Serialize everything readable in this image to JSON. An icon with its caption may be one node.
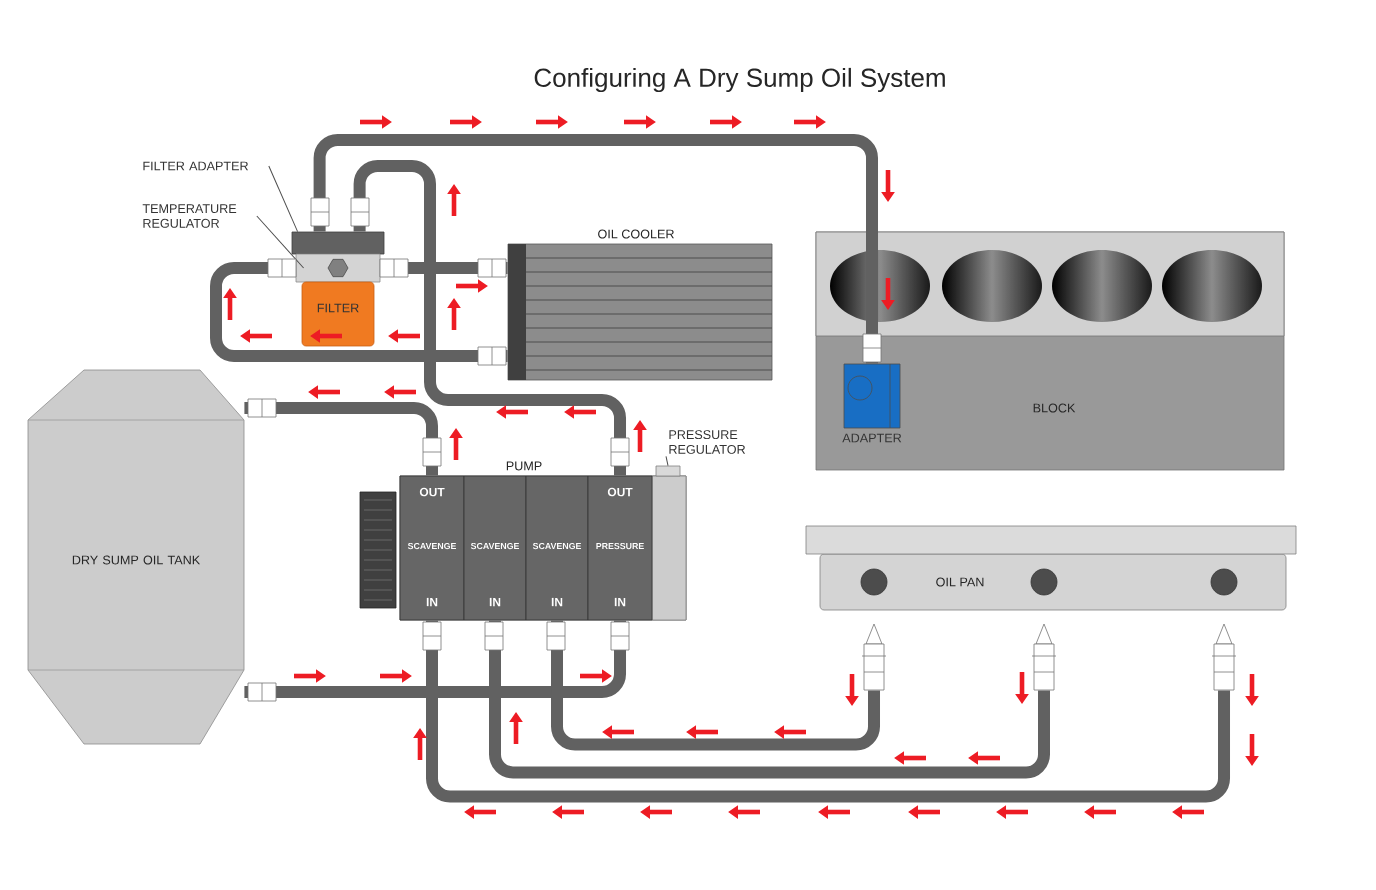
{
  "diagram": {
    "title": "Configuring A Dry Sump Oil System",
    "nodes": [
      {
        "text": [
          "FILTER ADAPTER"
        ]
      },
      {
        "text": [
          "TEMPERATURE REGULATOR"
        ]
      },
      {
        "text": [],
        "shape": "box"
      },
      {
        "text": [],
        "shape": "box"
      },
      {
        "text": [
          "FILTER"
        ]
      },
      {
        "text": [
          "OIL COOLER"
        ]
      },
      {
        "text": [
          "BLOCK"
        ]
      },
      {
        "text": [
          "ADAPTER"
        ],
        "in": 6
      },
      {
        "text": [
          "DRY SUMP OIL TANK"
        ]
      },
      {
        "text": [
          "PUMP"
        ]
      },
      {
        "text": [
          "OUT",
          "SCAVENGE",
          "IN"
        ],
        "in": 9
      },
      {
        "text": [
          "SCAVENGE",
          "IN"
        ],
        "in": 9
      },
      {
        "text": [
          "SCAVENGE",
          "IN"
        ],
        "in": 9
      },
      {
        "text": [
          "OUT",
          "PRESSURE",
          "IN"
        ],
        "in": 9
      },
      {
        "text": [
          "PRESSURE REGULATOR"
        ]
      },
      {
        "text": [],
        "shape": "box"
      },
      {
        "text": [
          "OIL PAN"
        ]
      },
      {
        "text": [],
        "shape": "box"
      },
      {
        "text": [],
        "shape": "box"
      },
      {
        "text": [],
        "shape": "box"
      }
    ],
    "edges": [
      {
        "from": 13,
        "to": 2,
        "arrow": "none"
      },
      {
        "from": 2,
        "to": 7,
        "arrow": "none"
      },
      {
        "from": 3,
        "to": 5,
        "arrow": "none"
      },
      {
        "from": 5,
        "to": 3,
        "arrow": "none"
      },
      {
        "from": 10,
        "to": 8,
        "arrow": "none"
      },
      {
        "from": 8,
        "to": 13,
        "arrow": "none"
      },
      {
        "from": 17,
        "to": 12,
        "arrow": "none"
      },
      {
        "from": 18,
        "to": 11,
        "arrow": "none"
      },
      {
        "from": 19,
        "to": 10,
        "arrow": "none"
      },
      {
        "from": 0,
        "to": 2,
        "arrow": "none"
      },
      {
        "from": 1,
        "to": 3,
        "arrow": "none"
      },
      {
        "from": 14,
        "to": 15,
        "arrow": "none"
      }
    ]
  }
}
